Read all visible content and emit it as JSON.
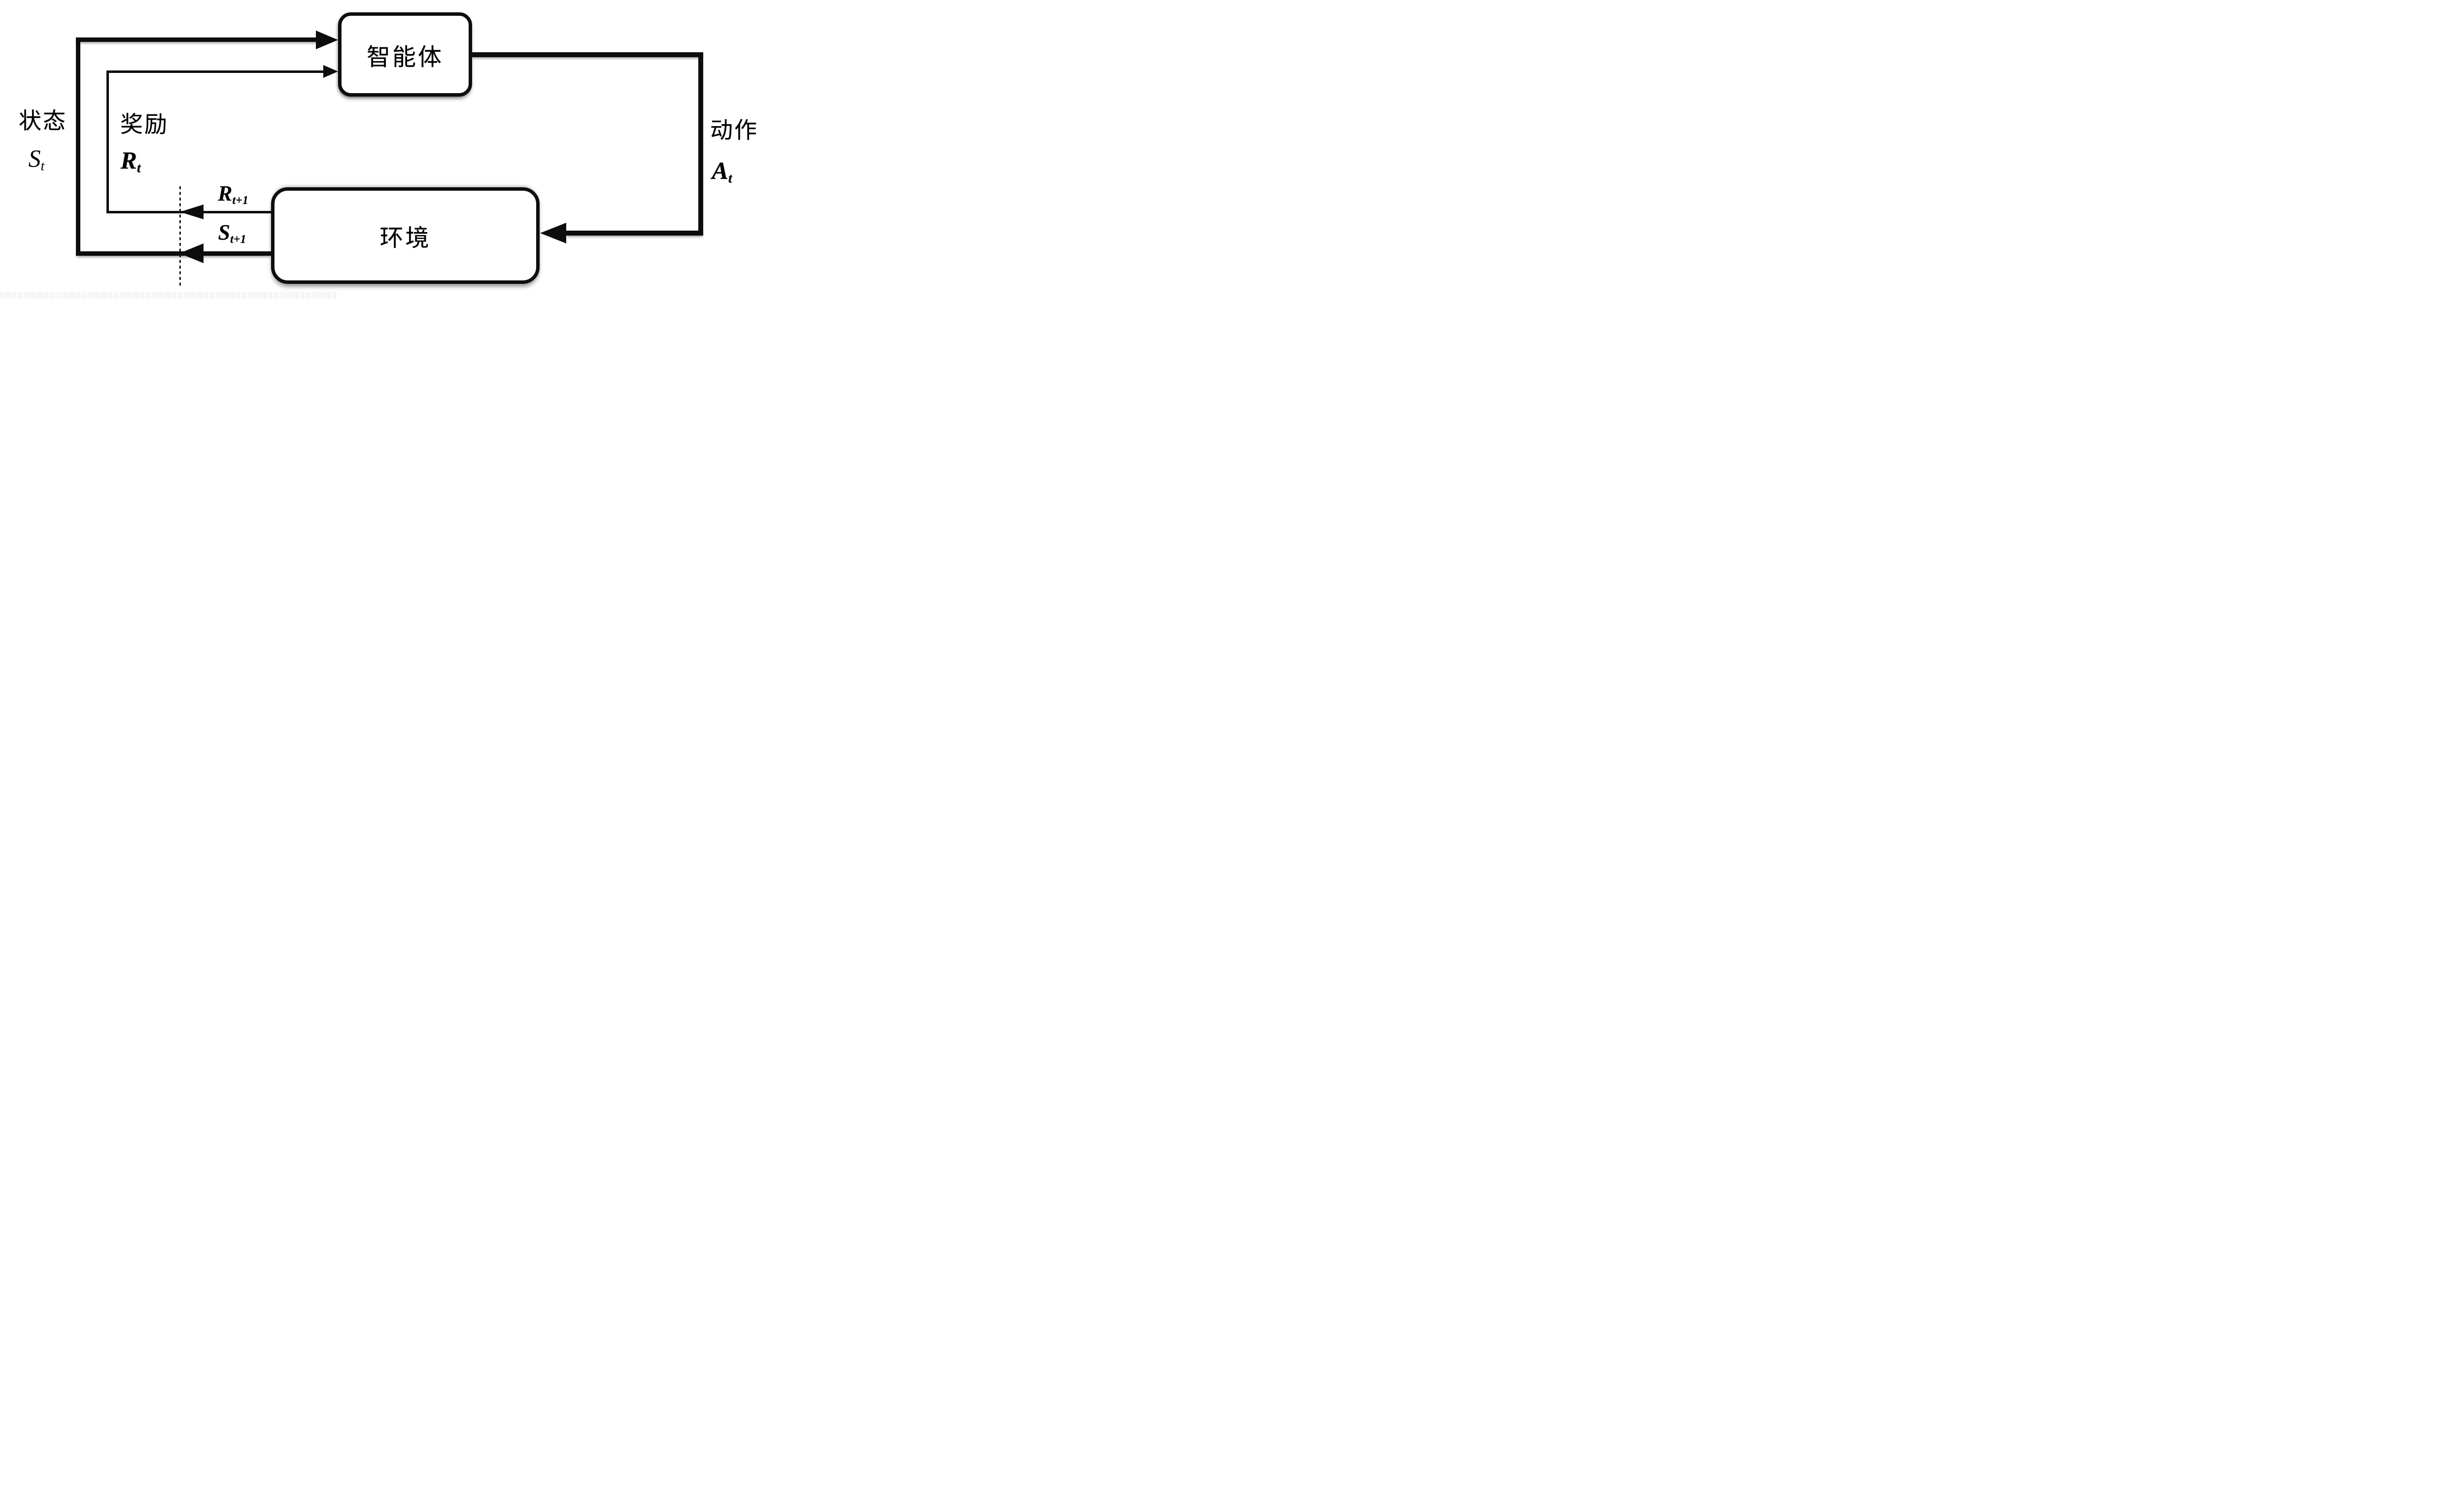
{
  "nodes": {
    "agent": {
      "label": "智能体"
    },
    "environment": {
      "label": "环境"
    }
  },
  "signals": {
    "state": {
      "name": "状态",
      "base": "S",
      "sub": "t"
    },
    "reward": {
      "name": "奖励",
      "base": "R",
      "sub": "t"
    },
    "action": {
      "name": "动作",
      "base": "A",
      "sub": "t"
    },
    "next_reward": {
      "base": "R",
      "sub": "t+1"
    },
    "next_state": {
      "base": "S",
      "sub": "t+1"
    }
  },
  "colors": {
    "ink": "#0d0d0d",
    "background": "#ffffff",
    "box_fill": "#ffffff"
  }
}
